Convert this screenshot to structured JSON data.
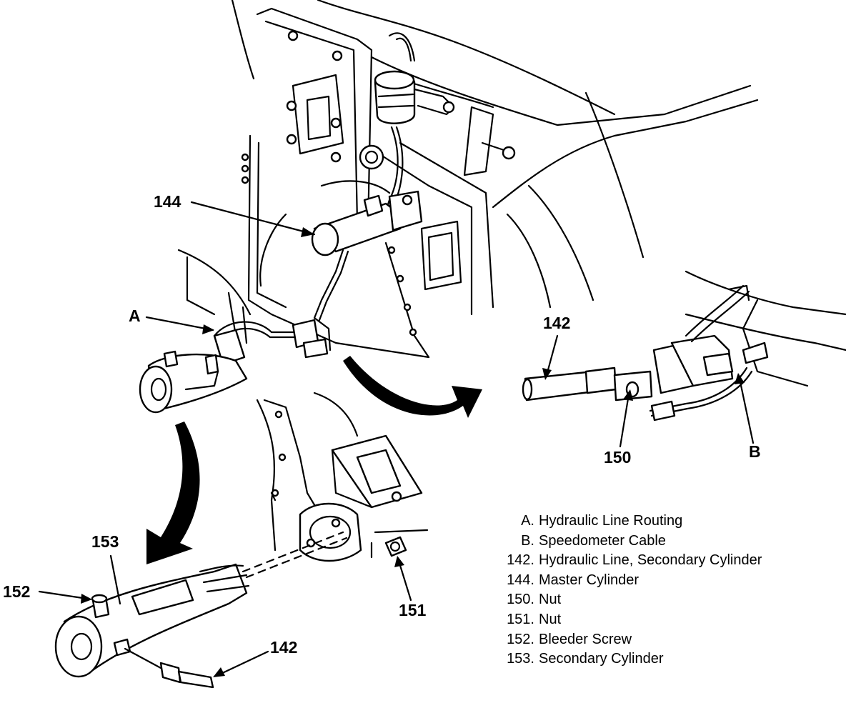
{
  "callouts": {
    "c144": "144",
    "cA": "A",
    "c142_top": "142",
    "c150": "150",
    "cB": "B",
    "c153": "153",
    "c152": "152",
    "c151": "151",
    "c142_bottom": "142"
  },
  "legend": [
    {
      "key": "A.",
      "label": "Hydraulic Line Routing"
    },
    {
      "key": "B.",
      "label": "Speedometer Cable"
    },
    {
      "key": "142.",
      "label": "Hydraulic Line, Secondary Cylinder"
    },
    {
      "key": "144.",
      "label": "Master Cylinder"
    },
    {
      "key": "150.",
      "label": "Nut"
    },
    {
      "key": "151.",
      "label": "Nut"
    },
    {
      "key": "152.",
      "label": "Bleeder Screw"
    },
    {
      "key": "153.",
      "label": "Secondary Cylinder"
    }
  ]
}
